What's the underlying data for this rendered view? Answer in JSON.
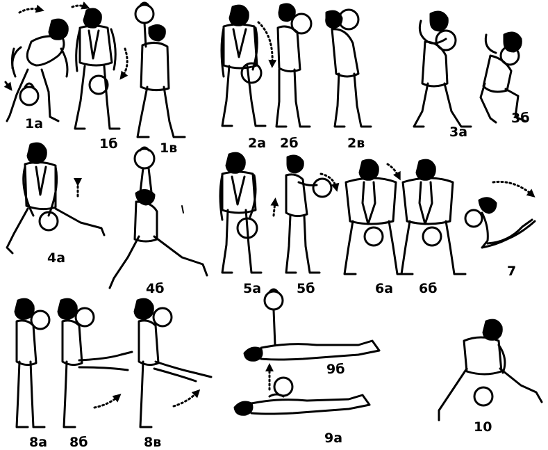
{
  "figures": [
    {
      "id": "1a",
      "label": "1а"
    },
    {
      "id": "1b",
      "label": "1б"
    },
    {
      "id": "1v",
      "label": "1в"
    },
    {
      "id": "2a",
      "label": "2а"
    },
    {
      "id": "2b",
      "label": "2б"
    },
    {
      "id": "2v",
      "label": "2в"
    },
    {
      "id": "3a",
      "label": "3а"
    },
    {
      "id": "3b",
      "label": "3б"
    },
    {
      "id": "4a",
      "label": "4а"
    },
    {
      "id": "4b",
      "label": "4б"
    },
    {
      "id": "5a",
      "label": "5а"
    },
    {
      "id": "5b",
      "label": "5б"
    },
    {
      "id": "6a",
      "label": "6а"
    },
    {
      "id": "6b",
      "label": "6б"
    },
    {
      "id": "7",
      "label": "7"
    },
    {
      "id": "8a",
      "label": "8а"
    },
    {
      "id": "8b",
      "label": "8б"
    },
    {
      "id": "8v",
      "label": "8в"
    },
    {
      "id": "9b",
      "label": "9б"
    },
    {
      "id": "9a",
      "label": "9а"
    },
    {
      "id": "10",
      "label": "10"
    }
  ],
  "colors": {
    "ink": "#000000",
    "paper": "#ffffff"
  }
}
